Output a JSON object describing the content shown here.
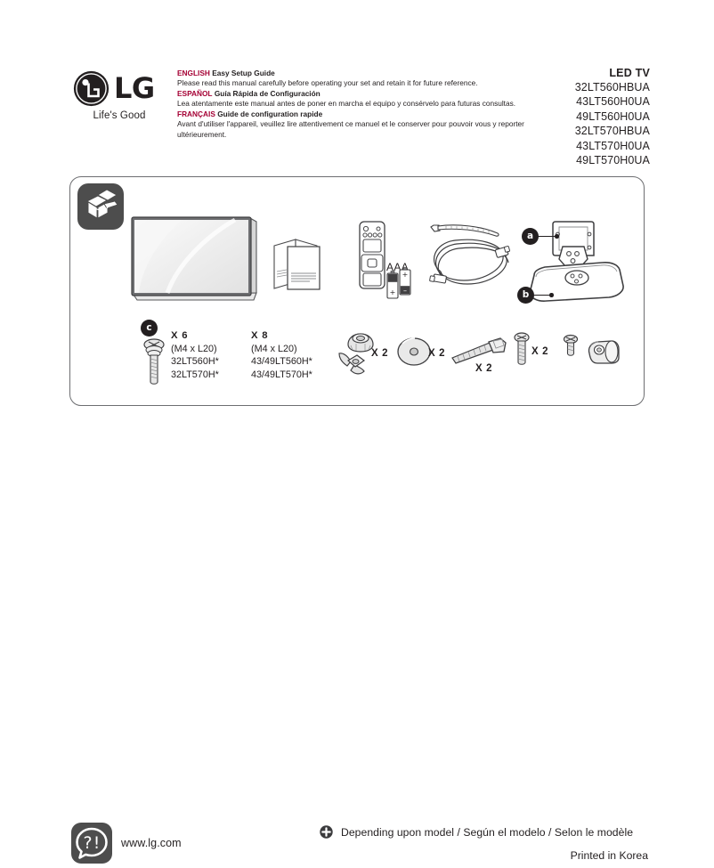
{
  "brand": {
    "name": "LG",
    "tagline": "Life's Good",
    "logo_icon": "lg-face-logo"
  },
  "intro": {
    "lines": [
      {
        "lang": "ENGLISH",
        "title": "Easy Setup Guide",
        "body": "Please read this manual carefully before operating your set and retain it for future reference."
      },
      {
        "lang": "ESPAÑOL",
        "title": "Guía Rápida de Configuración",
        "body": "Lea atentamente este manual antes de poner en marcha el equipo y consérvelo para futuras consultas."
      },
      {
        "lang": "FRANÇAIS",
        "title": "Guide de configuration rapide",
        "body": "Avant d'utiliser l'appareil, veuillez lire attentivement ce manuel et le conserver pour pouvoir vous y reporter ultérieurement."
      }
    ]
  },
  "models": {
    "heading": "LED TV",
    "list": [
      "32LT560HBUA",
      "43LT560H0UA",
      "49LT560H0UA",
      "32LT570HBUA",
      "43LT570H0UA",
      "49LT570H0UA"
    ]
  },
  "panel": {
    "box_icon": "open-box-icon",
    "items": [
      {
        "name": "tv-illustration",
        "label": ""
      },
      {
        "name": "manual-booklet",
        "label": ""
      },
      {
        "name": "remote-control",
        "label": ""
      },
      {
        "name": "aaa-batteries",
        "label": "AAA"
      },
      {
        "name": "cable-tie",
        "label": ""
      },
      {
        "name": "power-cord",
        "label": ""
      },
      {
        "name": "tv-stand-assembly",
        "label": ""
      }
    ],
    "callouts": {
      "a": "a",
      "b": "b",
      "c": "c"
    },
    "screws": {
      "col1": {
        "qty": "X 6",
        "spec": "(M4 x L20)",
        "model1": "32LT560H*",
        "model2": "32LT570H*"
      },
      "col2": {
        "qty": "X 8",
        "spec": "(M4 x L20)",
        "model1": "43/49LT560H*",
        "model2": "43/49LT570H*"
      }
    },
    "hardware": [
      {
        "name": "nut-and-wing-nut",
        "qty": "X 2"
      },
      {
        "name": "flat-washer",
        "qty": "X 2"
      },
      {
        "name": "hex-bolt",
        "qty": "X 2"
      },
      {
        "name": "pan-head-screw",
        "qty": "X 2"
      },
      {
        "name": "small-screw",
        "qty": ""
      },
      {
        "name": "cable-clip",
        "qty": ""
      }
    ]
  },
  "footer": {
    "help_icon": "question-exclamation-bubble-icon",
    "website": "www.lg.com",
    "plus_icon": "plus-circle-icon",
    "depending_note": "Depending upon model / Según el modelo / Selon le modèle",
    "printed": "Printed in Korea"
  },
  "colors": {
    "brand_magenta": "#a50034",
    "ink": "#231f20",
    "icon_gray": "#4d4d4d",
    "panel_border": "#6d6e71"
  }
}
